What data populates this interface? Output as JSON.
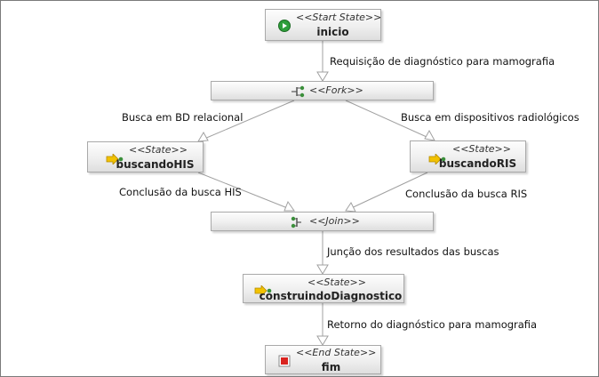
{
  "nodes": {
    "start": {
      "stereotype": "<<Start State>>",
      "name": "inicio"
    },
    "fork": {
      "stereotype": "<<Fork>>"
    },
    "his": {
      "stereotype": "<<State>>",
      "name": "buscandoHIS"
    },
    "ris": {
      "stereotype": "<<State>>",
      "name": "buscandoRIS"
    },
    "join": {
      "stereotype": "<<Join>>"
    },
    "diag": {
      "stereotype": "<<State>>",
      "name": "construindoDiagnostico"
    },
    "end": {
      "stereotype": "<<End State>>",
      "name": "fim"
    }
  },
  "edges": {
    "e1": "Requisição de diagnóstico para mamografia",
    "e2": "Busca em BD relacional",
    "e3": "Busca em dispositivos radiológicos",
    "e4": "Conclusão da busca HIS",
    "e5": "Conclusão da busca RIS",
    "e6": "Junção dos resultados das buscas",
    "e7": "Retorno do diagnóstico para mamografia"
  },
  "colors": {
    "start_icon": "#2e9e3a",
    "end_icon": "#d9231f",
    "state_icon": "#f2c200",
    "fork_icon": "#3a8f3a",
    "edge": "#a0a0a0"
  },
  "icons": {
    "start": "play-circle-icon",
    "end": "stop-square-icon",
    "state": "state-arrow-icon",
    "fork": "fork-icon",
    "join": "join-icon"
  }
}
